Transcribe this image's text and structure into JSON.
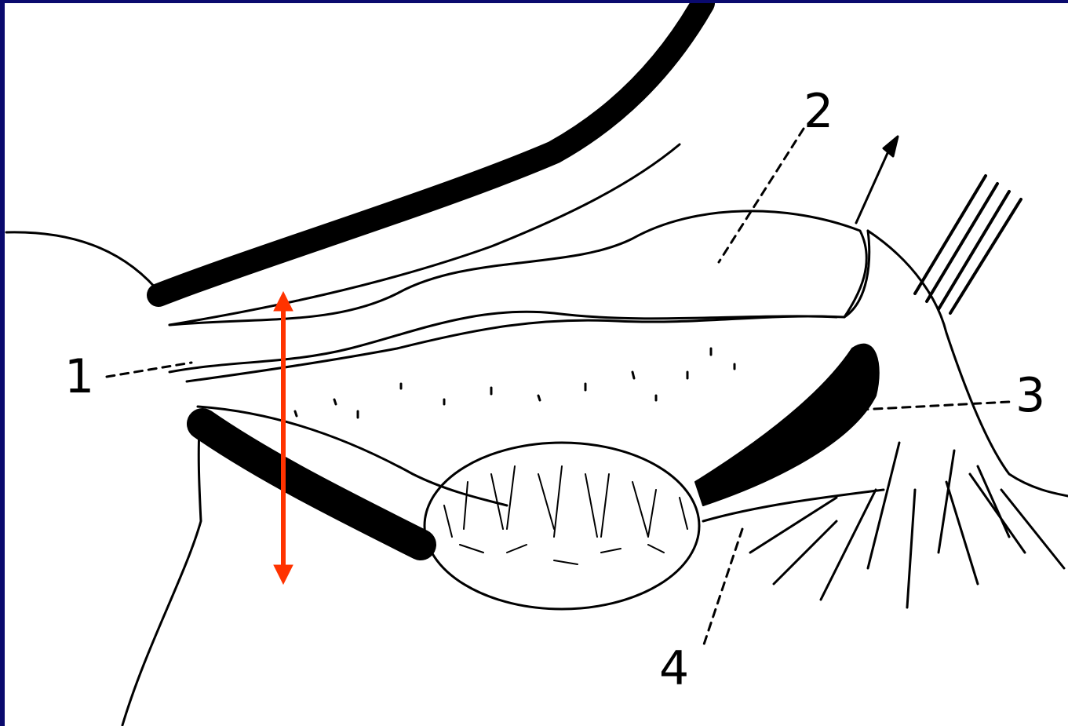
{
  "labels": {
    "one": "1",
    "two": "2",
    "three": "3",
    "four": "4"
  },
  "colors": {
    "border": "#0a0a6e",
    "arrow": "#ff3300",
    "ink": "#000000",
    "paper": "#ffffff"
  }
}
